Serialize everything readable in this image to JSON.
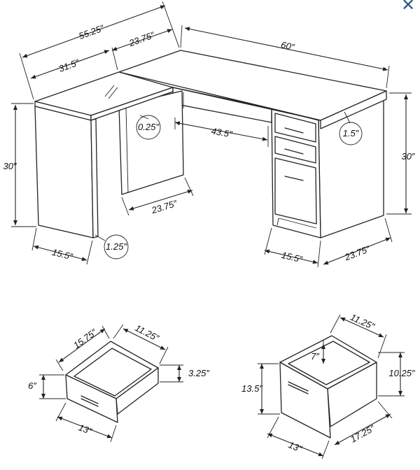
{
  "close_icon": "close-icon",
  "accent_color": "#2a5a8c",
  "dimensions": {
    "desk_depth_total": "55.25″",
    "return_width_top": "23.75″",
    "desk_length": "60″",
    "return_length": "31.5″",
    "panel_thickness": "0.25″",
    "knee_width": "43.5″",
    "top_thickness": "1.5″",
    "height_left": "30″",
    "height_right": "30″",
    "panel_depth": "23.75″",
    "leg_thickness": "1.25″",
    "leg_width": "15.5″",
    "pedestal_width": "15.5″",
    "pedestal_depth": "23.75″"
  },
  "small_drawer": {
    "depth": "15.75″",
    "width": "11.25″",
    "inner_height": "3.25″",
    "front_height": "6″",
    "front_width": "13″"
  },
  "file_drawer": {
    "width": "11.25″",
    "inner_height": "7″",
    "side_height": "10.25″",
    "front_height": "13.5″",
    "front_width": "13″",
    "depth": "17.25″"
  }
}
